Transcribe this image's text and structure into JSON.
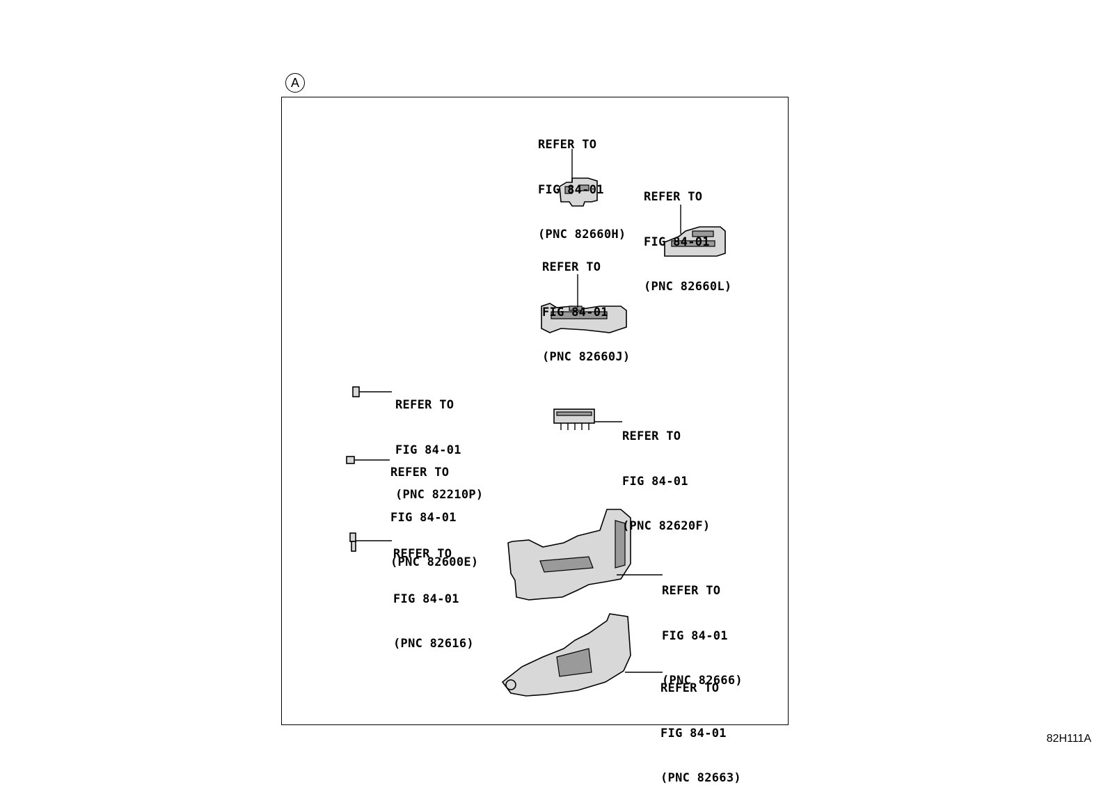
{
  "view_marker": "A",
  "diagram_code": "82H111A",
  "callouts": [
    {
      "line1": "REFER TO",
      "line2": "FIG 84-01",
      "line3": "(PNC 82660H)"
    },
    {
      "line1": "REFER TO",
      "line2": "FIG 84-01",
      "line3": "(PNC 82660L)"
    },
    {
      "line1": "REFER TO",
      "line2": "FIG 84-01",
      "line3": "(PNC 82660J)"
    },
    {
      "line1": "REFER TO",
      "line2": "FIG 84-01",
      "line3": "(PNC 82210P)"
    },
    {
      "line1": "REFER TO",
      "line2": "FIG 84-01",
      "line3": "(PNC 82620F)"
    },
    {
      "line1": "REFER TO",
      "line2": "FIG 84-01",
      "line3": "(PNC 82600E)"
    },
    {
      "line1": "REFER TO",
      "line2": "FIG 84-01",
      "line3": "(PNC 82616)"
    },
    {
      "line1": "REFER TO",
      "line2": "FIG 84-01",
      "line3": "(PNC 82666)"
    },
    {
      "line1": "REFER TO",
      "line2": "FIG 84-01",
      "line3": "(PNC 82663)"
    }
  ]
}
